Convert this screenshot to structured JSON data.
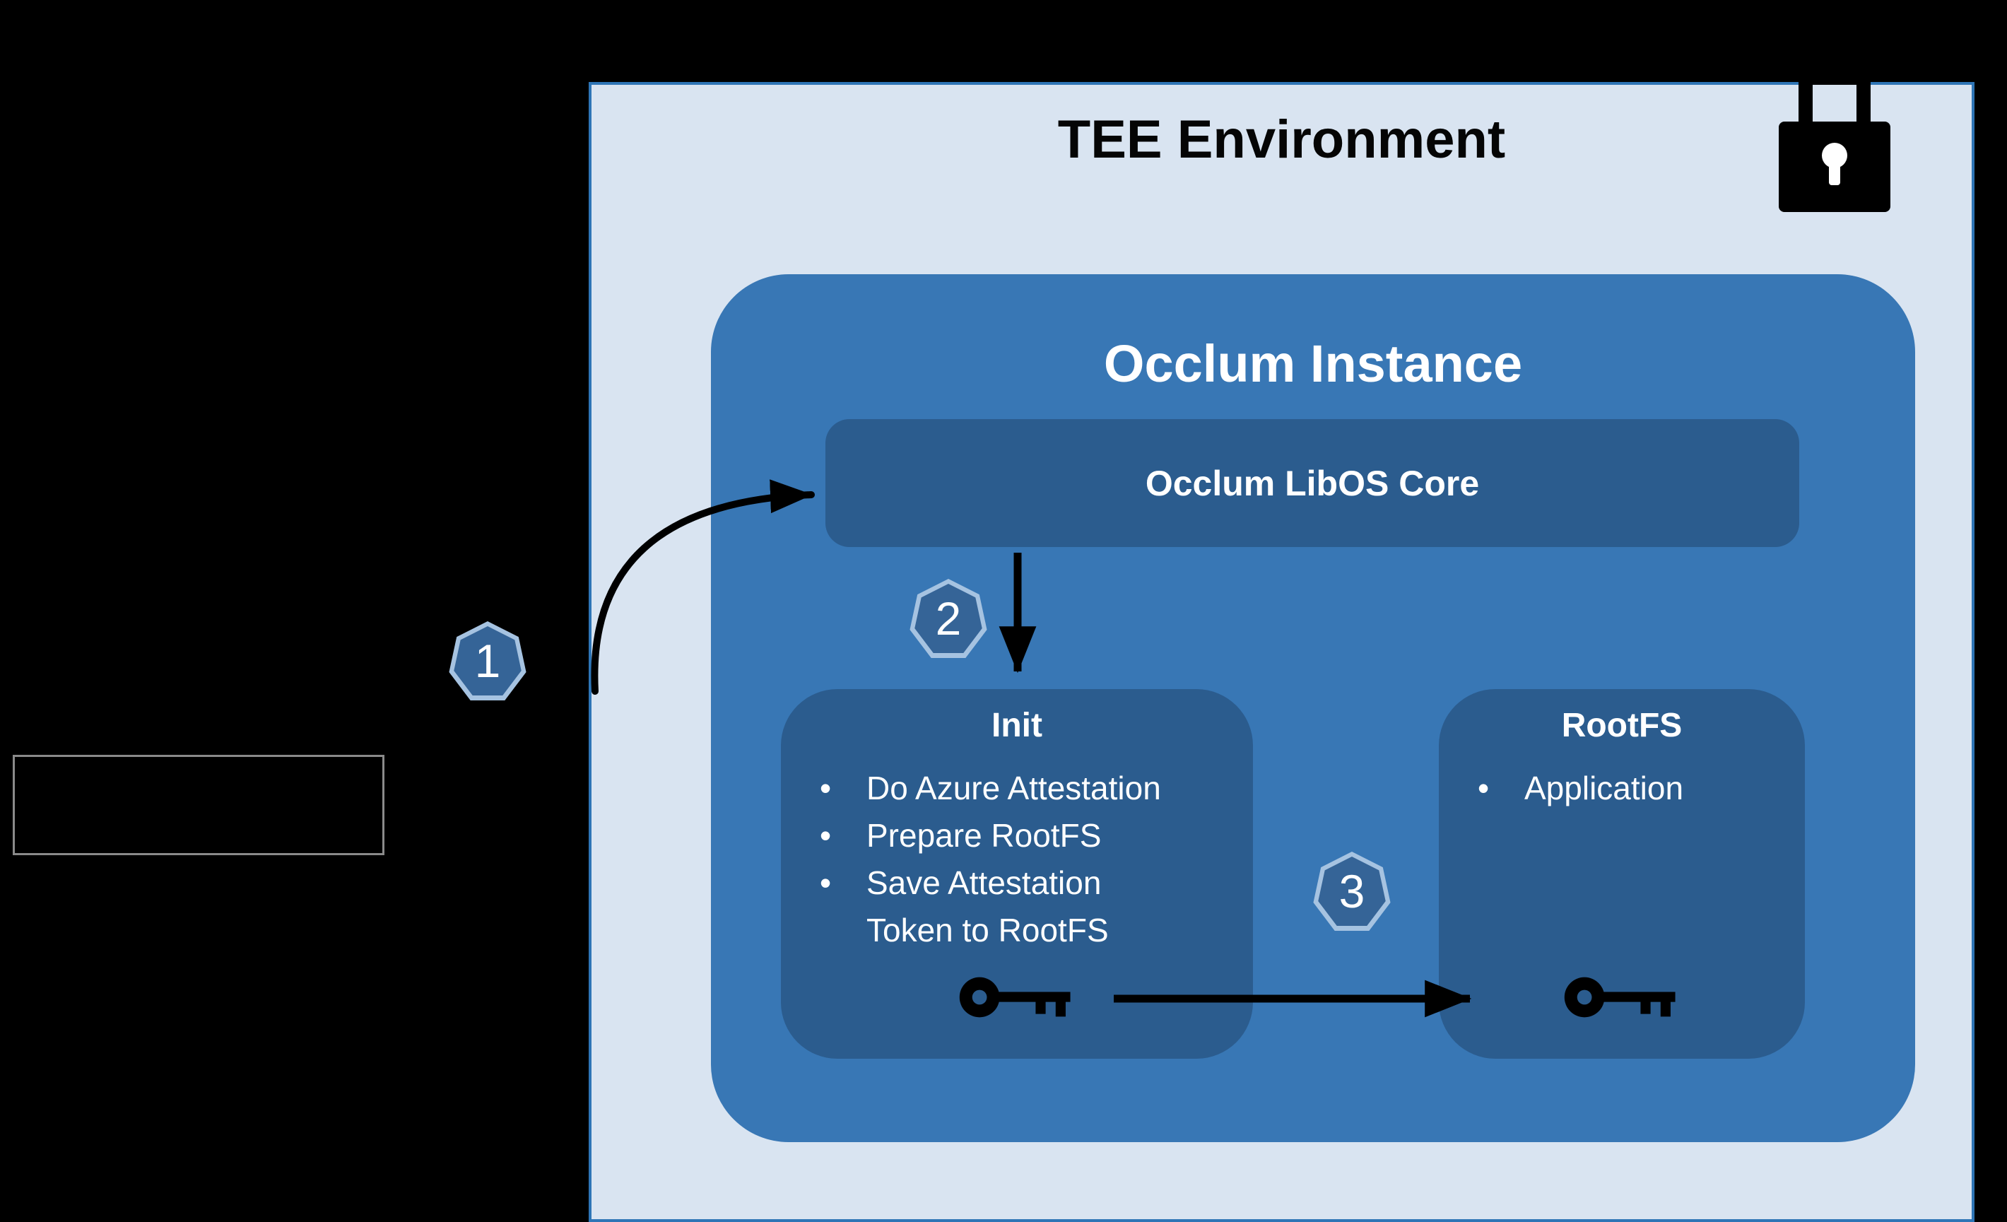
{
  "colors": {
    "background": "#000000",
    "tee_background": "#d9e4f1",
    "tee_border": "#2e75b6",
    "instance_background": "#3877b5",
    "inner_box_background": "#2b5c8e",
    "badge_fill": "#356497",
    "badge_border": "#a6c3e1",
    "arrow": "#000000",
    "title_dark": "#050505",
    "text_light": "#ffffff",
    "outline_box_border": "#8a8a8a"
  },
  "tee": {
    "title": "TEE Environment"
  },
  "instance": {
    "title": "Occlum Instance"
  },
  "libos": {
    "label": "Occlum LibOS Core"
  },
  "init": {
    "title": "Init",
    "items": [
      "Do Azure Attestation",
      "Prepare RootFS",
      "Save Attestation\nToken to RootFS"
    ]
  },
  "rootfs": {
    "title": "RootFS",
    "items": [
      "Application"
    ]
  },
  "badges": [
    "1",
    "2",
    "3"
  ],
  "icons": {
    "lock": "closed-padlock",
    "key": "key"
  }
}
